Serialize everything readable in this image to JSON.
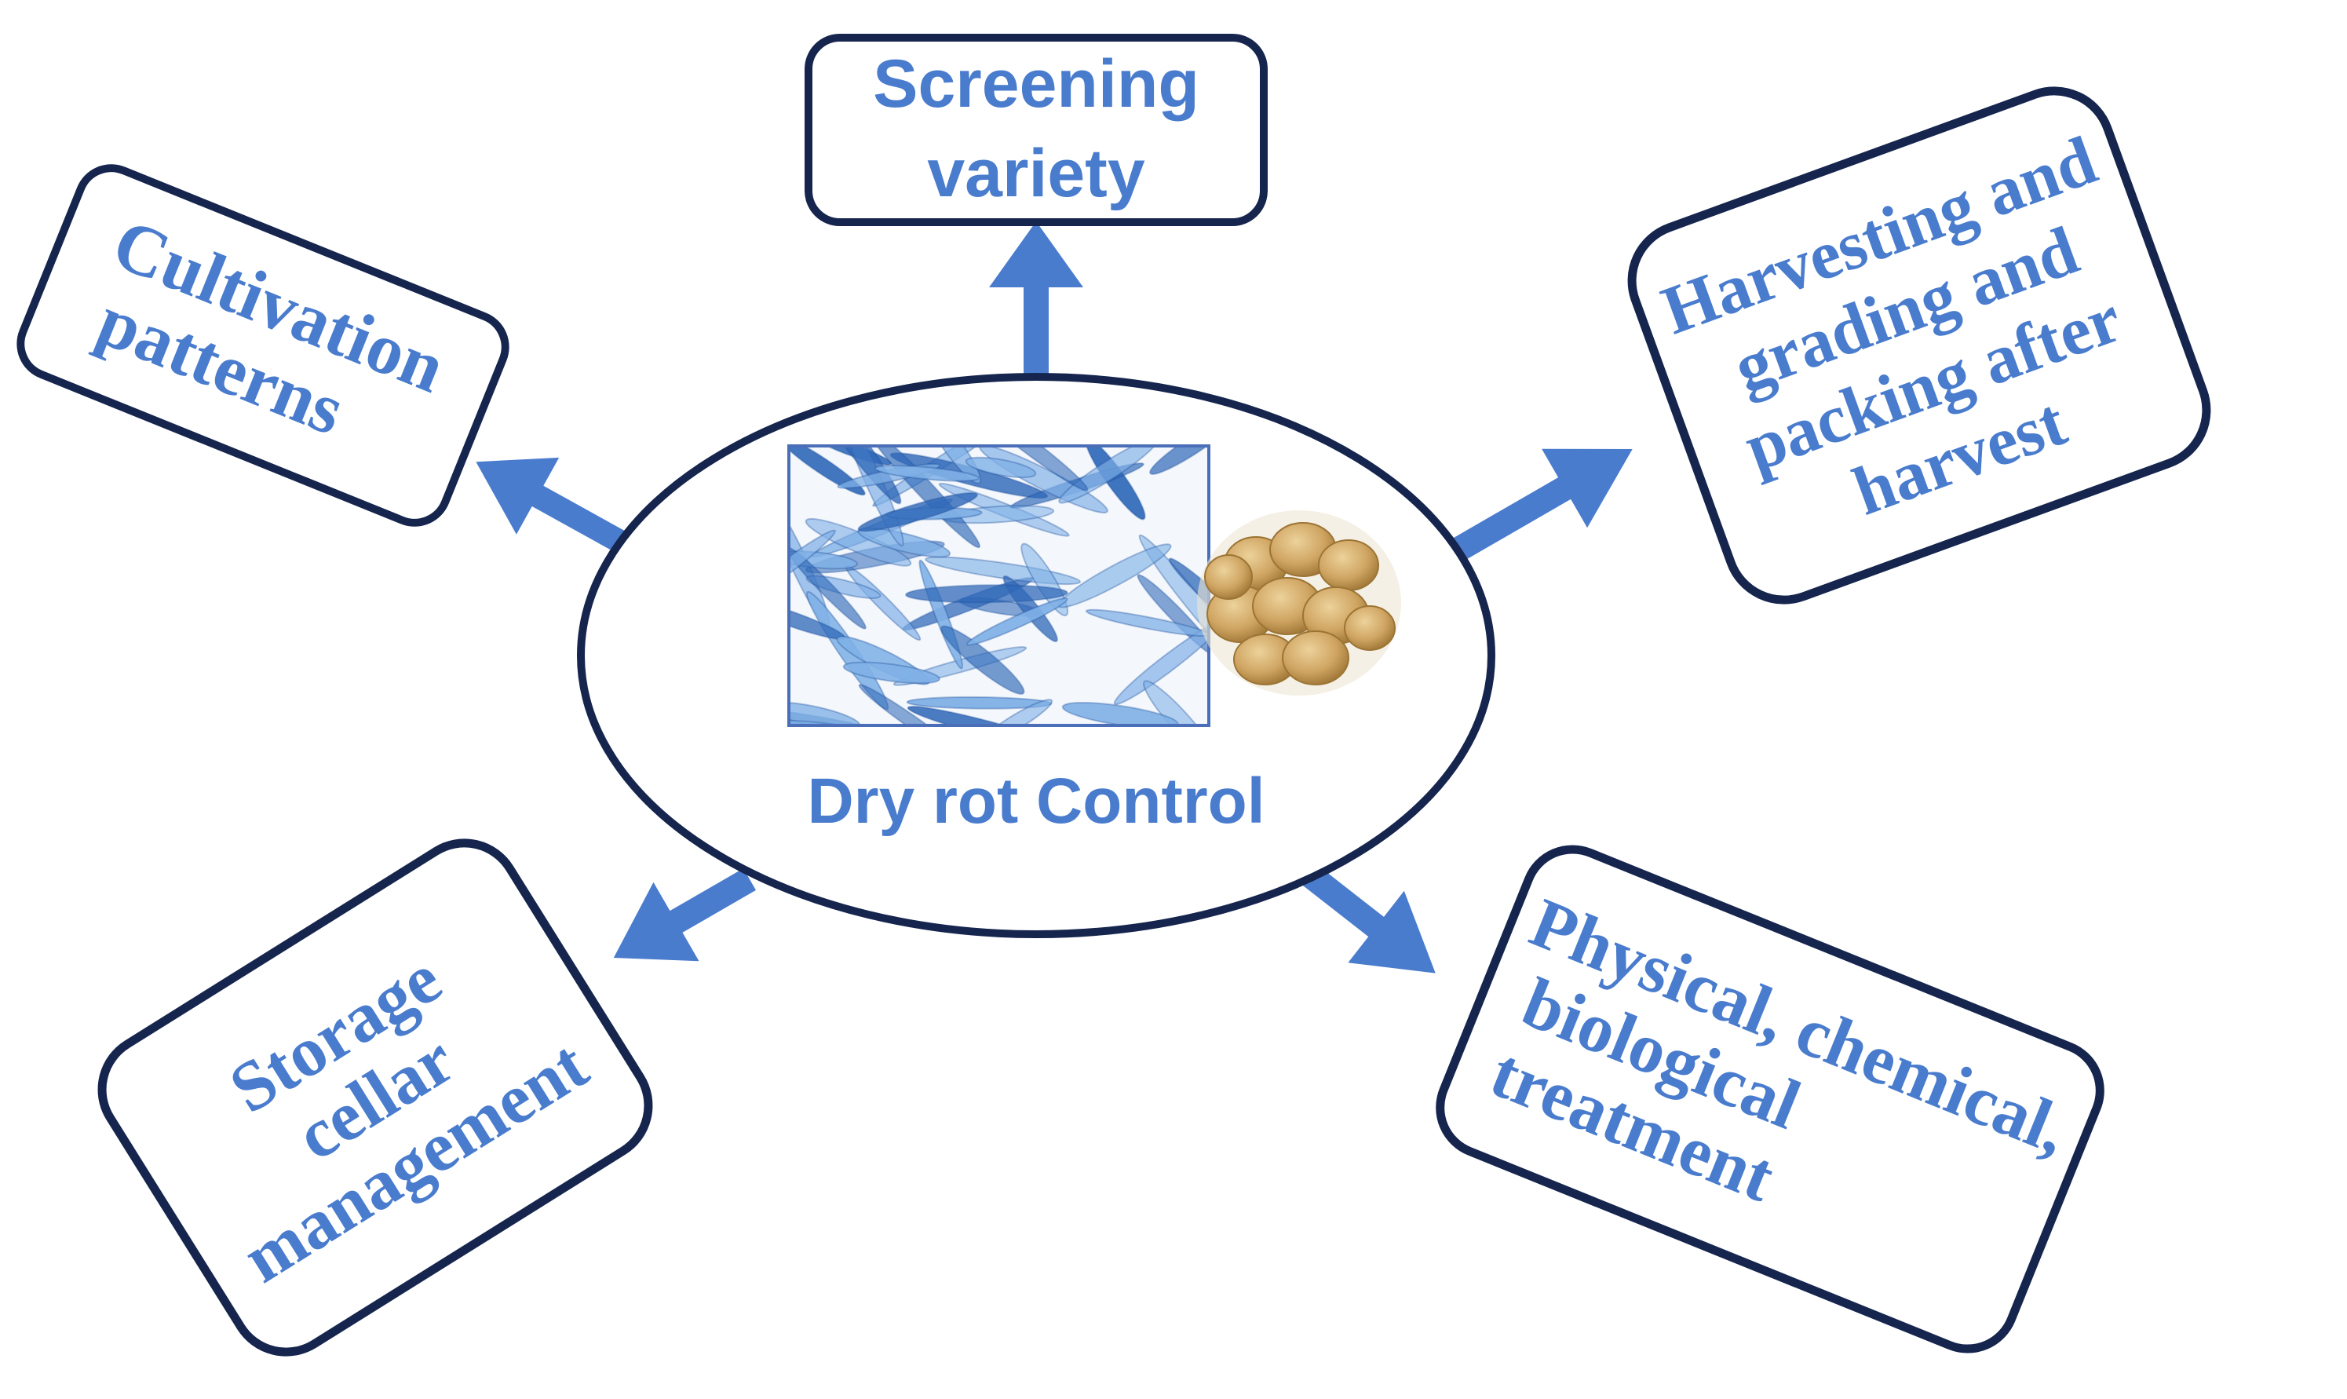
{
  "colors": {
    "border": "#15254d",
    "accent": "#4a7cce",
    "fungus_dark": "#2f68b8",
    "fungus_light": "#7fb0e6",
    "potato": "#d0a766",
    "potato_shadow": "#9c7434"
  },
  "center": {
    "label": "Dry rot Control",
    "image_icon": "fungus-spores-and-potatoes-image"
  },
  "boxes": {
    "screening": {
      "lines": [
        "Screening",
        "variety"
      ]
    },
    "cultivation": {
      "lines": [
        "Cultivation",
        "patterns"
      ]
    },
    "harvesting": {
      "lines": [
        "Harvesting and",
        "grading and",
        "packing after",
        "harvest"
      ]
    },
    "storage": {
      "lines": [
        "Storage",
        "cellar",
        "management"
      ]
    },
    "treatment": {
      "lines": [
        "Physical, chemical,",
        "biological",
        "treatment"
      ]
    }
  }
}
